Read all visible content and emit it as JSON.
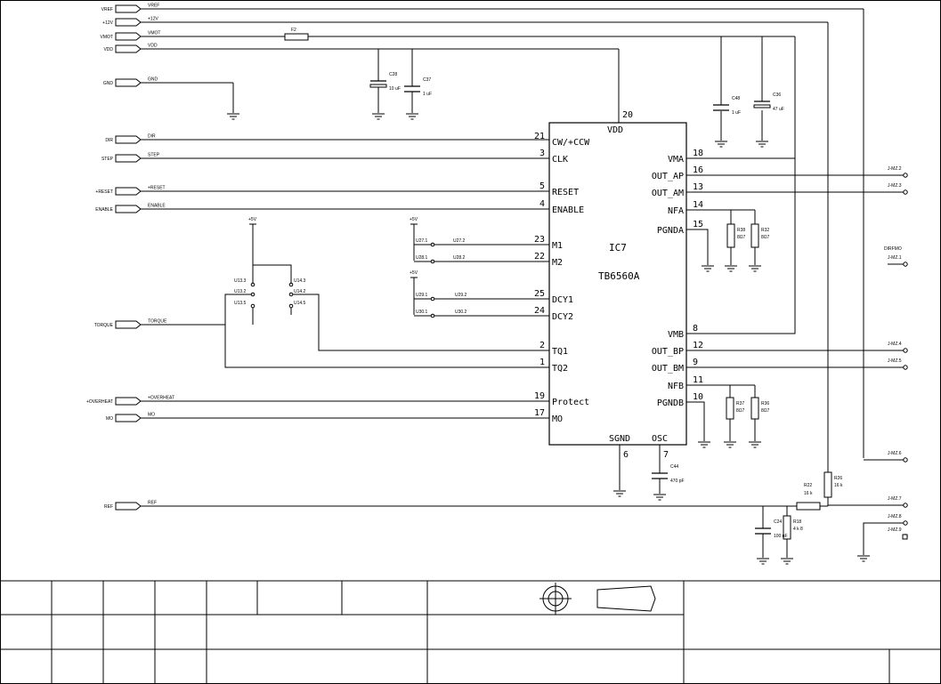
{
  "ports_left": [
    "VREF",
    "+12V",
    "VMOT",
    "VDD",
    "GND",
    "DIR",
    "STEP",
    "+RESET",
    "ENABLE",
    "TORQUE",
    "+OVERHEAT",
    "MO",
    "REF"
  ],
  "wire_labels": [
    "VREF",
    "+12V",
    "VMOT",
    "VDD",
    "GND",
    "DIR",
    "STEP",
    "+RESET",
    "ENABLE",
    "TORQUE",
    "+OVERHEAT",
    "MO",
    "REF"
  ],
  "ic": {
    "name": "IC7",
    "part": "TB6560A",
    "top_pins": [
      {
        "num": "20",
        "label": "VDD"
      }
    ],
    "bottom_pins": [
      {
        "num": "6",
        "label": "SGND"
      },
      {
        "num": "7",
        "label": "OSC"
      }
    ],
    "left_pins": [
      {
        "num": "21",
        "label": "CW/+CCW"
      },
      {
        "num": "3",
        "label": "CLK"
      },
      {
        "num": "5",
        "label": "RESET"
      },
      {
        "num": "4",
        "label": "ENABLE"
      },
      {
        "num": "23",
        "label": "M1"
      },
      {
        "num": "22",
        "label": "M2"
      },
      {
        "num": "25",
        "label": "DCY1"
      },
      {
        "num": "24",
        "label": "DCY2"
      },
      {
        "num": "2",
        "label": "TQ1"
      },
      {
        "num": "1",
        "label": "TQ2"
      },
      {
        "num": "19",
        "label": "Protect"
      },
      {
        "num": "17",
        "label": "MO"
      }
    ],
    "right_pins": [
      {
        "num": "18",
        "label": "VMA"
      },
      {
        "num": "16",
        "label": "OUT_AP"
      },
      {
        "num": "13",
        "label": "OUT_AM"
      },
      {
        "num": "14",
        "label": "NFA"
      },
      {
        "num": "15",
        "label": "PGNDA"
      },
      {
        "num": "8",
        "label": "VMB"
      },
      {
        "num": "12",
        "label": "OUT_BP"
      },
      {
        "num": "9",
        "label": "OUT_BM"
      },
      {
        "num": "11",
        "label": "NFB"
      },
      {
        "num": "10",
        "label": "PGNDB"
      }
    ]
  },
  "fuse": {
    "name": "F2"
  },
  "components": [
    {
      "name": "C28",
      "value": "10 uF"
    },
    {
      "name": "C37",
      "value": "1 uF"
    },
    {
      "name": "C48",
      "value": "1 uF"
    },
    {
      "name": "C36",
      "value": "47 uF"
    },
    {
      "name": "R38",
      "value": "8Ω7"
    },
    {
      "name": "R32",
      "value": "8Ω7"
    },
    {
      "name": "R37",
      "value": "8Ω7"
    },
    {
      "name": "R36",
      "value": "8Ω7"
    },
    {
      "name": "C44",
      "value": "470 pF"
    },
    {
      "name": "R22",
      "value": "16 k"
    },
    {
      "name": "R26",
      "value": "16 k"
    },
    {
      "name": "C24",
      "value": "100 nF"
    },
    {
      "name": "R18",
      "value": "4 k 8"
    }
  ],
  "switch_labels": [
    "U27.1",
    "U27.2",
    "U28.1",
    "U28.2",
    "U29.1",
    "U29.2",
    "U30.1",
    "U30.2",
    "U13.3",
    "U14.3",
    "U13.2",
    "U14.2",
    "U13.5",
    "U14.5"
  ],
  "supply_label": "+5V",
  "ports_right": [
    "J-MZ.2",
    "J-MZ.3",
    "J-MZ.1",
    "J-MZ.4",
    "J-MZ.5",
    "J-MZ.6",
    "J-MZ.7",
    "J-MZ.8",
    "J-MZ.9"
  ],
  "dirfmo_label": "DIRFMO"
}
